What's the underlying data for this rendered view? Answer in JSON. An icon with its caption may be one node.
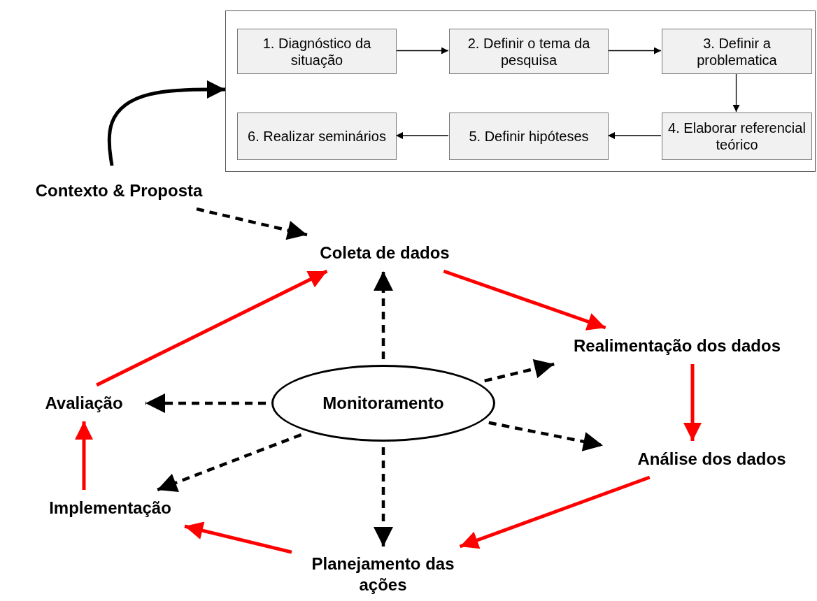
{
  "diagram": {
    "nodes": [
      {
        "text": [],
        "shape": "box"
      },
      {
        "text": [
          "1. Diagnóstico da situação"
        ],
        "in": 0
      },
      {
        "text": [
          "2. Definir o tema da pesquisa"
        ],
        "in": 0
      },
      {
        "text": [
          "3. Definir a problematica"
        ],
        "in": 0
      },
      {
        "text": [
          "4. Elaborar referencial teórico"
        ],
        "in": 0
      },
      {
        "text": [
          "5. Definir hipóteses"
        ],
        "in": 0
      },
      {
        "text": [
          "6. Realizar seminários"
        ],
        "in": 0
      },
      {
        "text": [
          "Contexto & Proposta"
        ]
      },
      {
        "text": [
          "Coleta de dados"
        ]
      },
      {
        "text": [
          "Realimentação dos dados"
        ]
      },
      {
        "text": [
          "Análise dos dados"
        ]
      },
      {
        "text": [
          "Planejamento das ações"
        ]
      },
      {
        "text": [
          "Implementação"
        ]
      },
      {
        "text": [
          "Avaliação"
        ]
      },
      {
        "text": [
          "Monitoramento"
        ]
      }
    ],
    "edges": [
      {
        "from": 1,
        "to": 2,
        "arrow": "to"
      },
      {
        "from": 2,
        "to": 3,
        "arrow": "to"
      },
      {
        "from": 3,
        "to": 4,
        "arrow": "to"
      },
      {
        "from": 4,
        "to": 5,
        "arrow": "to"
      },
      {
        "from": 5,
        "to": 6,
        "arrow": "to"
      },
      {
        "from": 7,
        "to": 0,
        "arrow": "to"
      },
      {
        "from": 7,
        "to": 8,
        "arrow": "to",
        "style": "dashed"
      },
      {
        "from": 8,
        "to": 9,
        "arrow": "to",
        "color": "#ff0000"
      },
      {
        "from": 9,
        "to": 10,
        "arrow": "to",
        "color": "#ff0000"
      },
      {
        "from": 10,
        "to": 11,
        "arrow": "to",
        "color": "#ff0000"
      },
      {
        "from": 11,
        "to": 12,
        "arrow": "to",
        "color": "#ff0000"
      },
      {
        "from": 12,
        "to": 13,
        "arrow": "to",
        "color": "#ff0000"
      },
      {
        "from": 13,
        "to": 8,
        "arrow": "to",
        "color": "#ff0000"
      },
      {
        "from": 14,
        "to": 8,
        "arrow": "to",
        "style": "dashed"
      },
      {
        "from": 14,
        "to": 9,
        "arrow": "to",
        "style": "dashed"
      },
      {
        "from": 14,
        "to": 10,
        "arrow": "to",
        "style": "dashed"
      },
      {
        "from": 14,
        "to": 11,
        "arrow": "to",
        "style": "dashed"
      },
      {
        "from": 14,
        "to": 12,
        "arrow": "to",
        "style": "dashed"
      },
      {
        "from": 14,
        "to": 13,
        "arrow": "to",
        "style": "dashed"
      }
    ]
  }
}
